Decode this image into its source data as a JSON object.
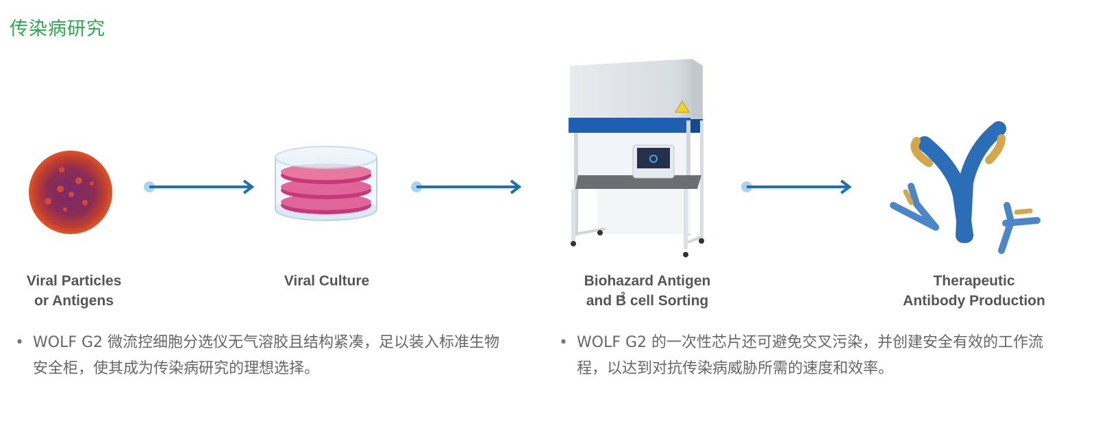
{
  "header": {
    "title": "传染病研究"
  },
  "stages": [
    {
      "label": "Viral Particles\nor Antigens",
      "icon": "virus-particle-icon"
    },
    {
      "label": "Viral Culture",
      "icon": "petri-dish-stack-icon"
    },
    {
      "label": "Biohazard Antigen\nand B cell Sorting",
      "icon": "biosafety-cabinet-icon"
    },
    {
      "label": "Therapeutic\nAntibody Production",
      "icon": "antibody-icon"
    }
  ],
  "bcell_superscript": "2",
  "bullets": [
    {
      "marker": "•",
      "text": "WOLF G2 微流控细胞分选仪无气溶胶且结构紧凑，足以装入标准生物\n安全柜，使其成为传染病研究的理想选择。"
    },
    {
      "marker": "•",
      "text": "WOLF G2 的一次性芯片还可避免交叉污染，并创建安全有效的工作流\n程，以达到对抗传染病威胁所需的速度和效率。"
    }
  ],
  "colors": {
    "title": "#2fa84f",
    "arrow": "#1f6fb7",
    "arrow_dot": "#a8d4f0",
    "label": "#555555",
    "body_text": "#666666"
  }
}
